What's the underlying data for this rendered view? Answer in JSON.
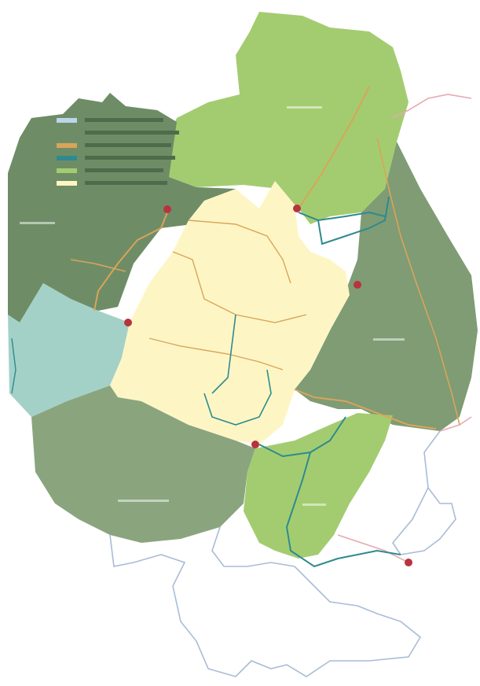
{
  "map": {
    "colors": {
      "dark_green": "#6e8d66",
      "mid_green": "#7f9c74",
      "sage_green": "#8aa57e",
      "light_green": "#a3cc70",
      "cream": "#fdf6c4",
      "aqua": "#a3d1c8",
      "road_orange": "#d9a45a",
      "route_teal": "#2f8a8f",
      "outline_blue": "#a9bcd6",
      "outline_pink": "#e6a9b0",
      "marker_red": "#b8333d"
    },
    "regions": [
      {
        "name": "north-light-green-region"
      },
      {
        "name": "northwest-dark-green-region"
      },
      {
        "name": "east-green-region"
      },
      {
        "name": "central-cream-region"
      },
      {
        "name": "west-aqua-region"
      },
      {
        "name": "south-green-region"
      },
      {
        "name": "southeast-light-green-strip"
      }
    ],
    "markers": [
      {
        "name": "marker-northwest"
      },
      {
        "name": "marker-north-center"
      },
      {
        "name": "marker-east"
      },
      {
        "name": "marker-west"
      },
      {
        "name": "marker-south-center"
      },
      {
        "name": "marker-southeast"
      }
    ]
  }
}
